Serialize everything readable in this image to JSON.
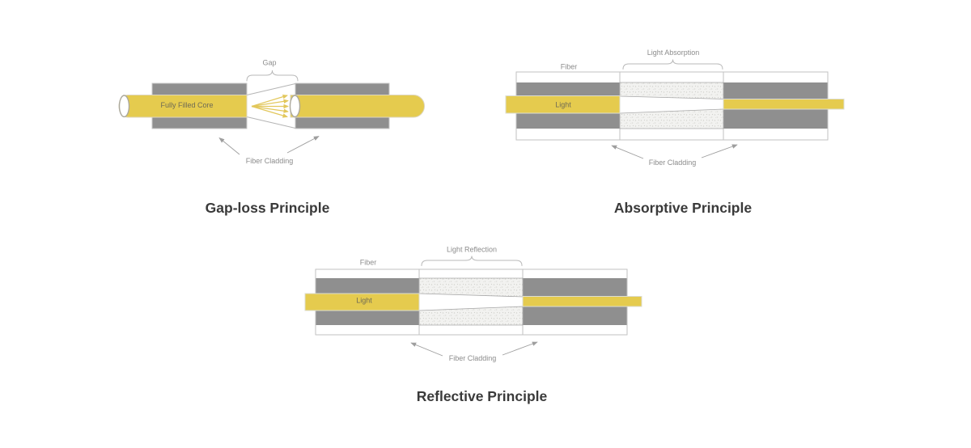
{
  "colors": {
    "background": "#FFFFFF",
    "core_yellow": "#E5CB4E",
    "cladding_gray": "#8F8F8F",
    "frame_gray": "#C2C2C2",
    "annotation_gray": "#8C8C8C",
    "inner_label_olive": "#6E6A55",
    "arrow_yellow": "#E2C75B",
    "stipple_base": "#F2F2F0",
    "title_dark": "#3A3A3A"
  },
  "figures": {
    "gap_loss": {
      "title": "Gap-loss Principle",
      "labels": {
        "gap": "Gap",
        "core": "Fully Filled Core",
        "cladding": "Fiber Cladding"
      }
    },
    "absorptive": {
      "title": "Absorptive Principle",
      "labels": {
        "fiber": "Fiber",
        "light": "Light",
        "process": "Light Absorption",
        "cladding": "Fiber Cladding"
      }
    },
    "reflective": {
      "title": "Reflective Principle",
      "labels": {
        "fiber": "Fiber",
        "light": "Light",
        "process": "Light Reflection",
        "cladding": "Fiber Cladding"
      }
    }
  }
}
